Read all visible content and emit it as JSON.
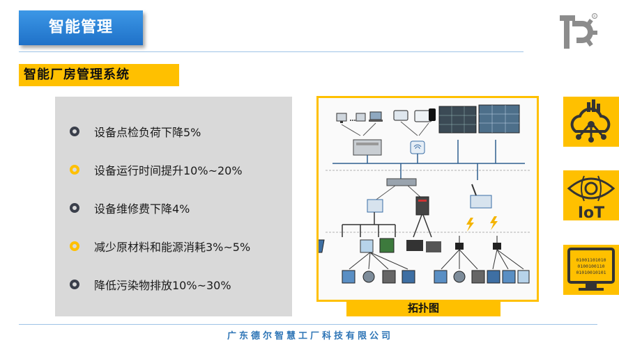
{
  "header": {
    "title": "智能管理"
  },
  "section": {
    "subtitle": "智能厂房管理系统"
  },
  "benefits": [
    {
      "text": "设备点检负荷下降5%",
      "dot_color": "#3a3f4b"
    },
    {
      "text": "设备运行时间提升10%~20%",
      "dot_color": "#ffc000"
    },
    {
      "text": "设备维修费下降4%",
      "dot_color": "#3a3f4b"
    },
    {
      "text": "减少原材料和能源消耗3%~5%",
      "dot_color": "#ffc000"
    },
    {
      "text": "降低污染物排放10%~30%",
      "dot_color": "#3a3f4b"
    }
  ],
  "topology": {
    "caption": "拓扑图"
  },
  "side_icons": [
    {
      "icon": "cloud-network-icon"
    },
    {
      "icon": "iot-eye-icon",
      "label": "IoT"
    },
    {
      "icon": "binary-monitor-icon",
      "lines": [
        "01001101010",
        "0100100110",
        "01010010101"
      ]
    }
  ],
  "footer": {
    "company": "广东德尔智慧工厂科技有限公司"
  },
  "colors": {
    "accent_yellow": "#ffc000",
    "title_blue": "#1f71c8",
    "footer_blue": "#2e75b6",
    "panel_gray": "#d9d9d9"
  }
}
